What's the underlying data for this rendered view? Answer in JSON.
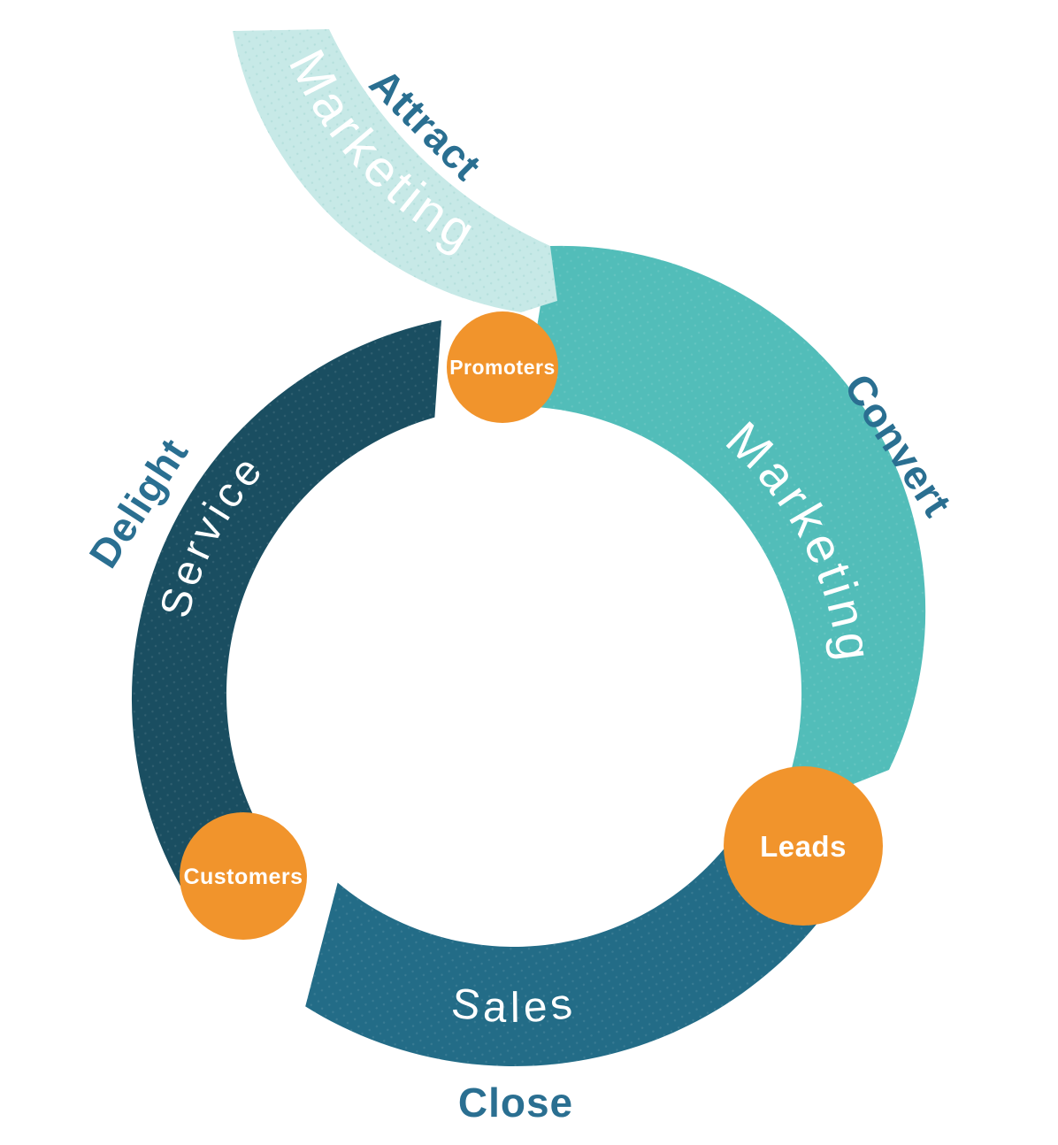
{
  "flywheel": {
    "stages": [
      {
        "stage": "Attract",
        "department": "Marketing",
        "band_color": "#c7e9e7"
      },
      {
        "stage": "Convert",
        "department": "Marketing",
        "band_color": "#52bdb9"
      },
      {
        "stage": "Close",
        "department": "Sales",
        "band_color": "#236c87"
      },
      {
        "stage": "Delight",
        "department": "Service",
        "band_color": "#1a4e61"
      }
    ],
    "milestones": [
      {
        "label": "Promoters",
        "color": "#f1942c"
      },
      {
        "label": "Leads",
        "color": "#f1942c"
      },
      {
        "label": "Customers",
        "color": "#f1942c"
      }
    ],
    "stage_label_color": "#2a6f91",
    "band_text_color": "#ffffff"
  }
}
